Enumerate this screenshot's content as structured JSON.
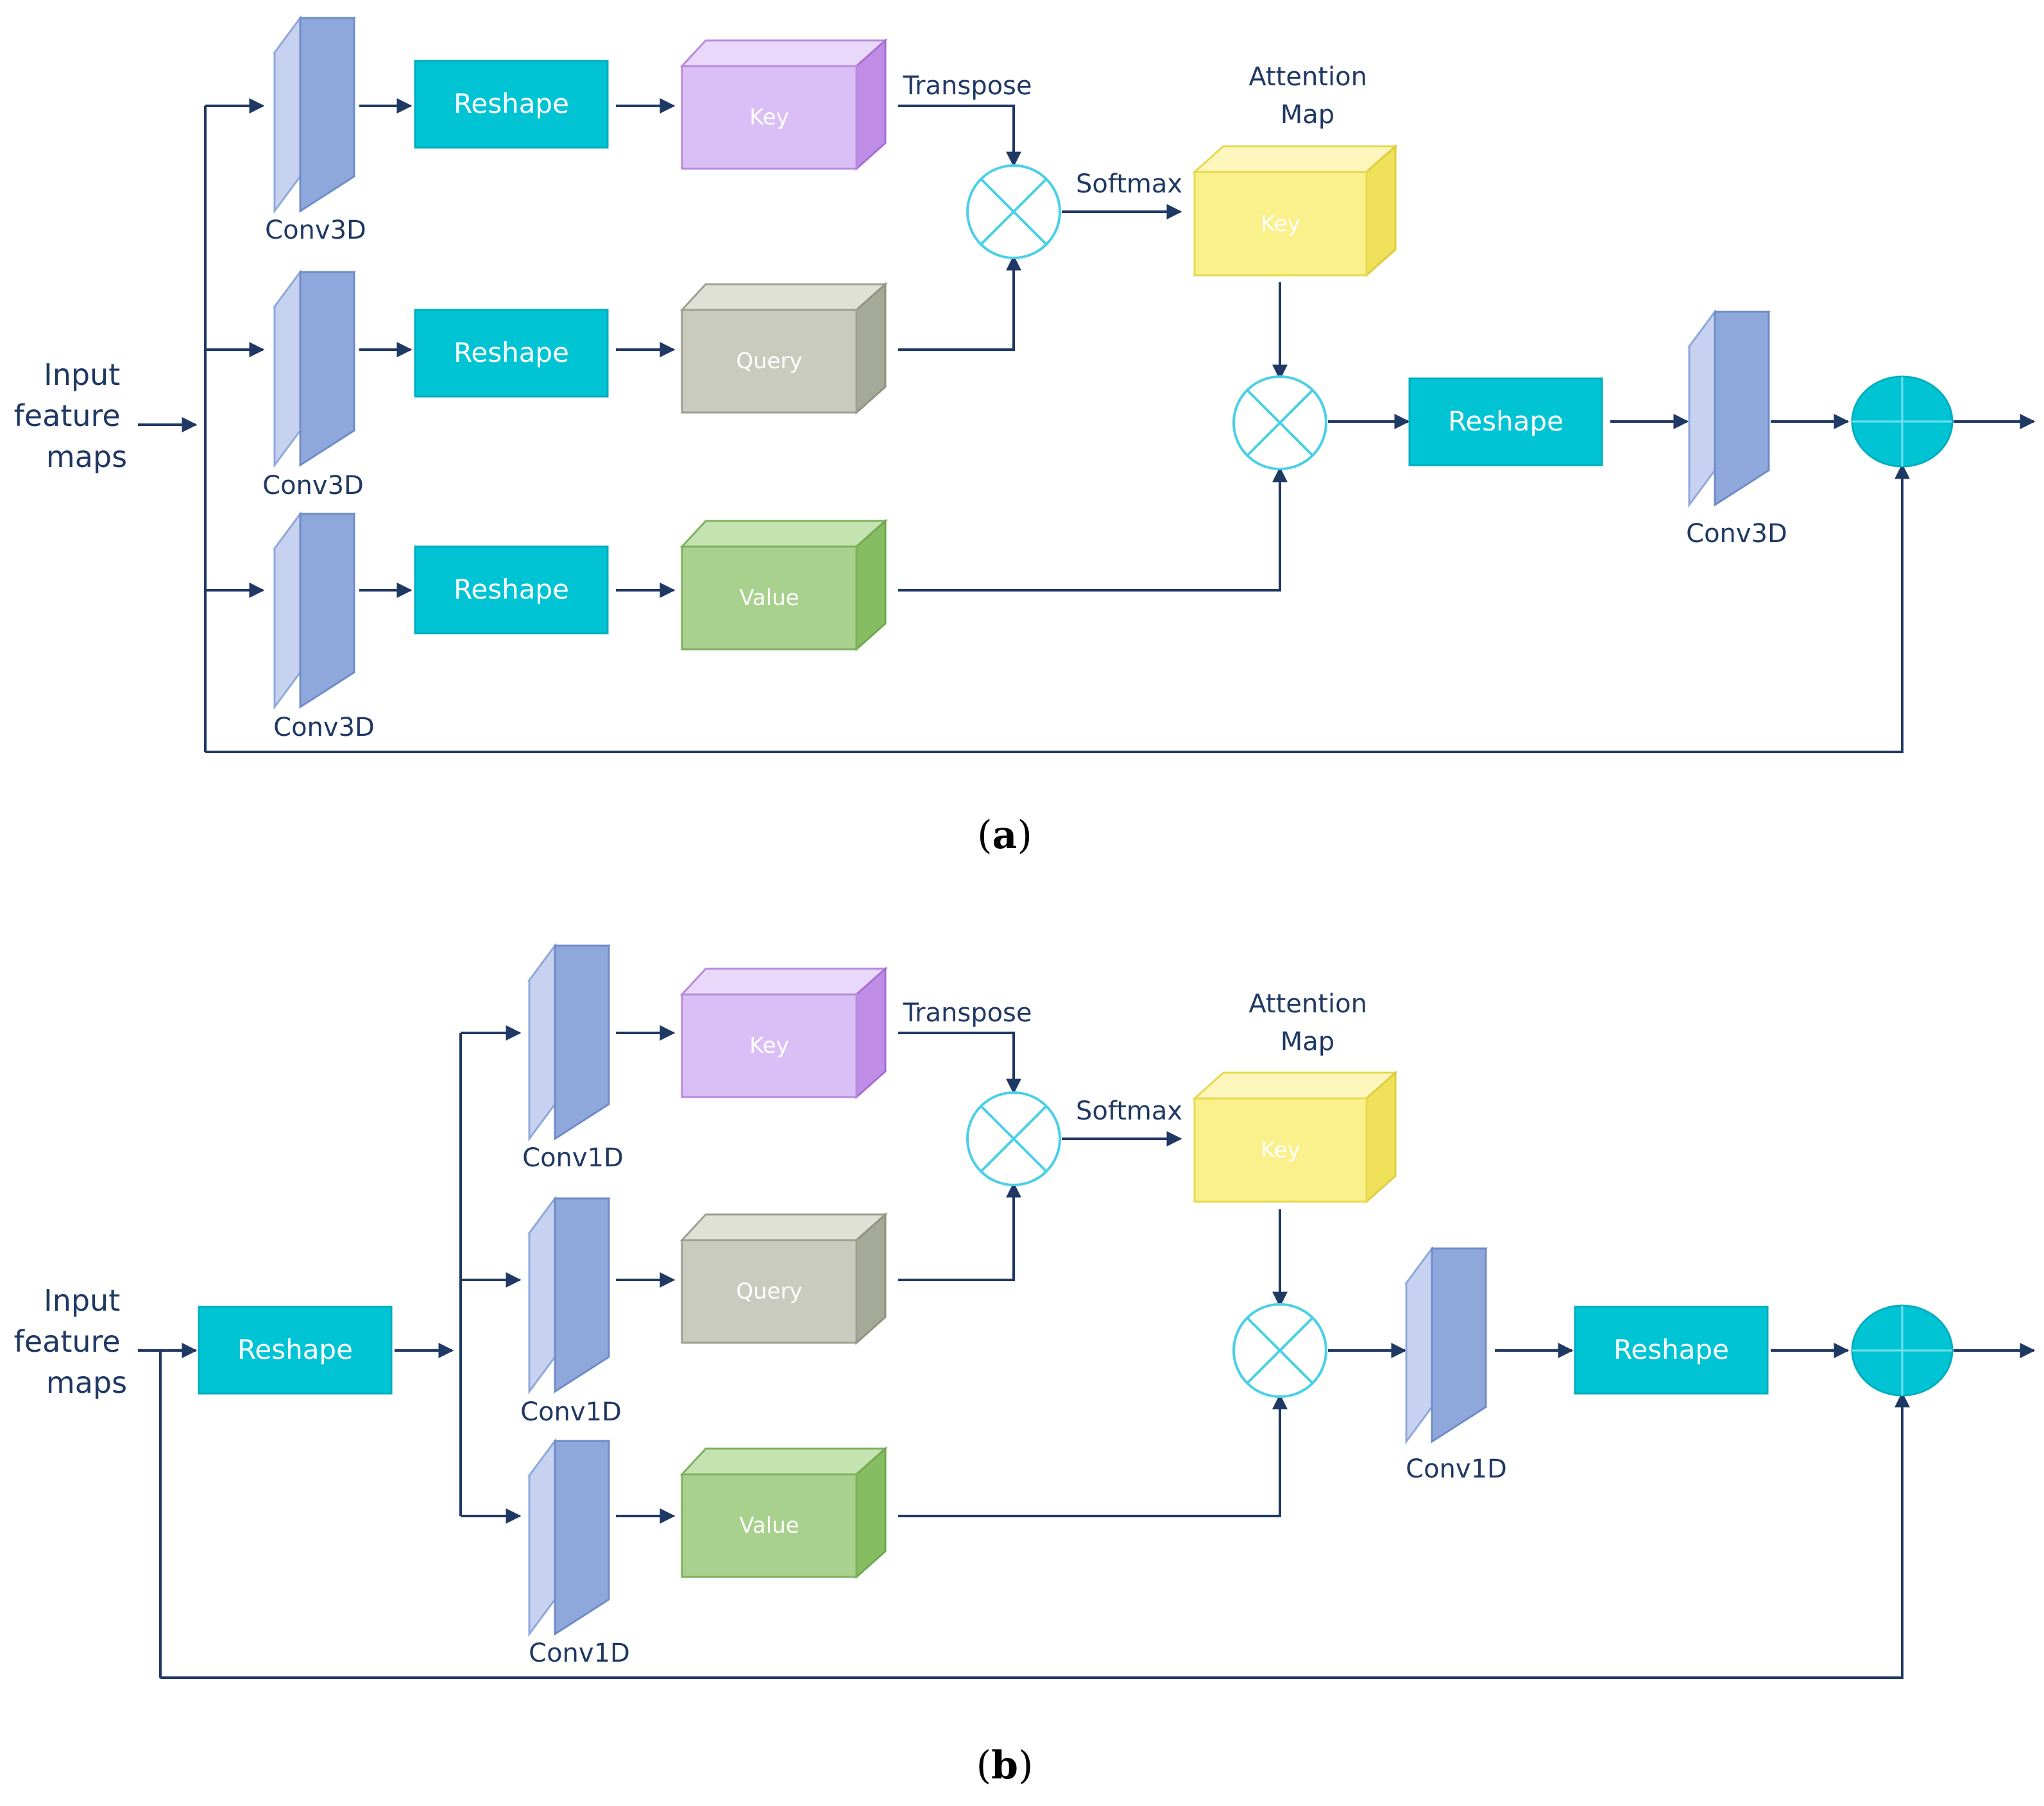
{
  "colors": {
    "line": "#1f3864",
    "reshape": "#00c4d4",
    "conv_front": "#8fa8db",
    "conv_side": "#c6d2f0",
    "key": "#d9bff5",
    "query": "#c8cbbd",
    "value": "#a9d18e",
    "attention": "#faf08c",
    "circle_stroke": "#49d0e6",
    "sum_fill": "#00c4d4"
  },
  "icons": {
    "multiply": "circle-times-icon",
    "add": "circle-plus-icon"
  },
  "panel_a": {
    "input_label": [
      "Input",
      "feature",
      "maps"
    ],
    "conv_labels": [
      "Conv3D",
      "Conv3D",
      "Conv3D",
      "Conv3D"
    ],
    "reshape_labels": [
      "Reshape",
      "Reshape",
      "Reshape",
      "Reshape"
    ],
    "key_label": "Key",
    "query_label": "Query",
    "value_label": "Value",
    "transpose_label": "Transpose",
    "softmax_label": "Softmax",
    "attention_title": [
      "Attention",
      "Map"
    ],
    "attention_box_label": "Key",
    "caption_letter": "a"
  },
  "panel_b": {
    "input_label": [
      "Input",
      "feature",
      "maps"
    ],
    "conv_labels": [
      "Conv1D",
      "Conv1D",
      "Conv1D",
      "Conv1D"
    ],
    "reshape_labels": [
      "Reshape",
      "Reshape"
    ],
    "key_label": "Key",
    "query_label": "Query",
    "value_label": "Value",
    "transpose_label": "Transpose",
    "softmax_label": "Softmax",
    "attention_title": [
      "Attention",
      "Map"
    ],
    "attention_box_label": "Key",
    "caption_letter": "b"
  }
}
